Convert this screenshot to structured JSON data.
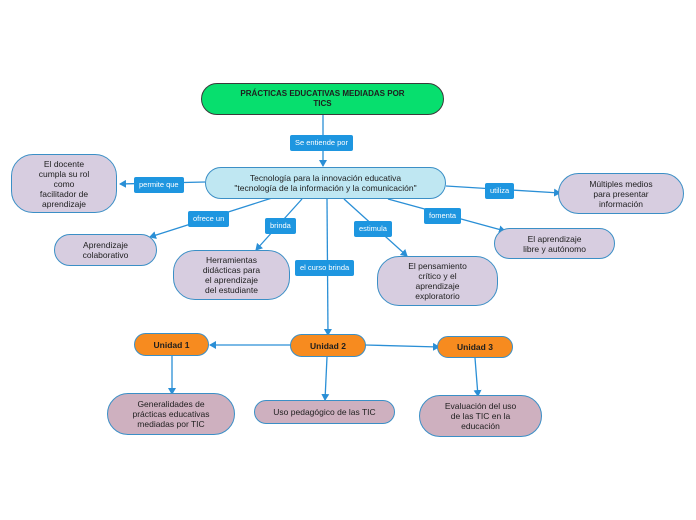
{
  "root": {
    "title": "PRÁCTICAS EDUCATIVAS MEDIADAS POR\nTICS"
  },
  "main": {
    "label": "Tecnología para la innovación educativa\n\"tecnología de la información y la comunicación\""
  },
  "connectors": {
    "se_entiende_por": "Se entiende por",
    "permite_que": "permite que",
    "ofrece_un": "ofrece un",
    "brinda": "brinda",
    "el_curso_brinda": "el curso brinda",
    "estimula": "estimula",
    "fomenta": "fomenta",
    "utiliza": "utiliza"
  },
  "concepts": {
    "docente": "El docente\ncumpla su rol\ncomo\nfacilitador de\naprendizaje",
    "colaborativo": "Aprendizaje\ncolaborativo",
    "herramientas": "Herramientas\ndidácticas para\nel aprendizaje\ndel estudiante",
    "pensamiento": "El pensamiento\ncrítico y el\naprendizaje\nexploratorio",
    "libre": "El aprendizaje\nlibre y autónomo",
    "multiples": "Múltiples medios\npara presentar\ninformación"
  },
  "units": {
    "u1": "Unidad 1",
    "u2": "Unidad 2",
    "u3": "Unidad 3"
  },
  "unit_topics": {
    "t1": "Generalidades de\nprácticas educativas\nmediadas por TIC",
    "t2": "Uso pedagógico de las TIC",
    "t3": "Evaluación del uso\nde las TIC en la\neducación"
  },
  "colors": {
    "root_fill": "#07df6e",
    "main_fill": "#bfe7f2",
    "leaf_fill": "#d7cde0",
    "topic_fill": "#ceb0bf",
    "unit_fill": "#f78b1f",
    "tag_fill": "#1e96e0",
    "line": "#2a8fd6"
  }
}
